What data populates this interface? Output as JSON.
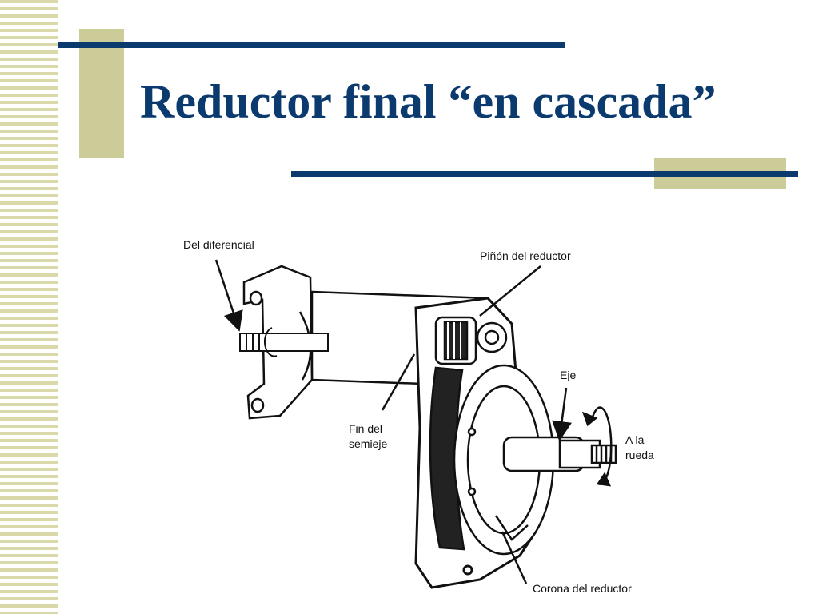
{
  "slide": {
    "title": "Reductor final “en cascada”"
  },
  "diagram": {
    "labels": {
      "from_differential": "Del diferencial",
      "reducer_pinion": "Piñón del reductor",
      "axle": "Eje",
      "half_shaft_end_line1": "Fin del",
      "half_shaft_end_line2": "semieje",
      "to_wheel_line1": "A la",
      "to_wheel_line2": "rueda",
      "reducer_crown": "Corona del reductor"
    }
  },
  "colors": {
    "title": "#0b3a6e",
    "rule": "#0b3a6e",
    "accent_block": "#cccc99",
    "stripe": "#d8d8a8"
  }
}
